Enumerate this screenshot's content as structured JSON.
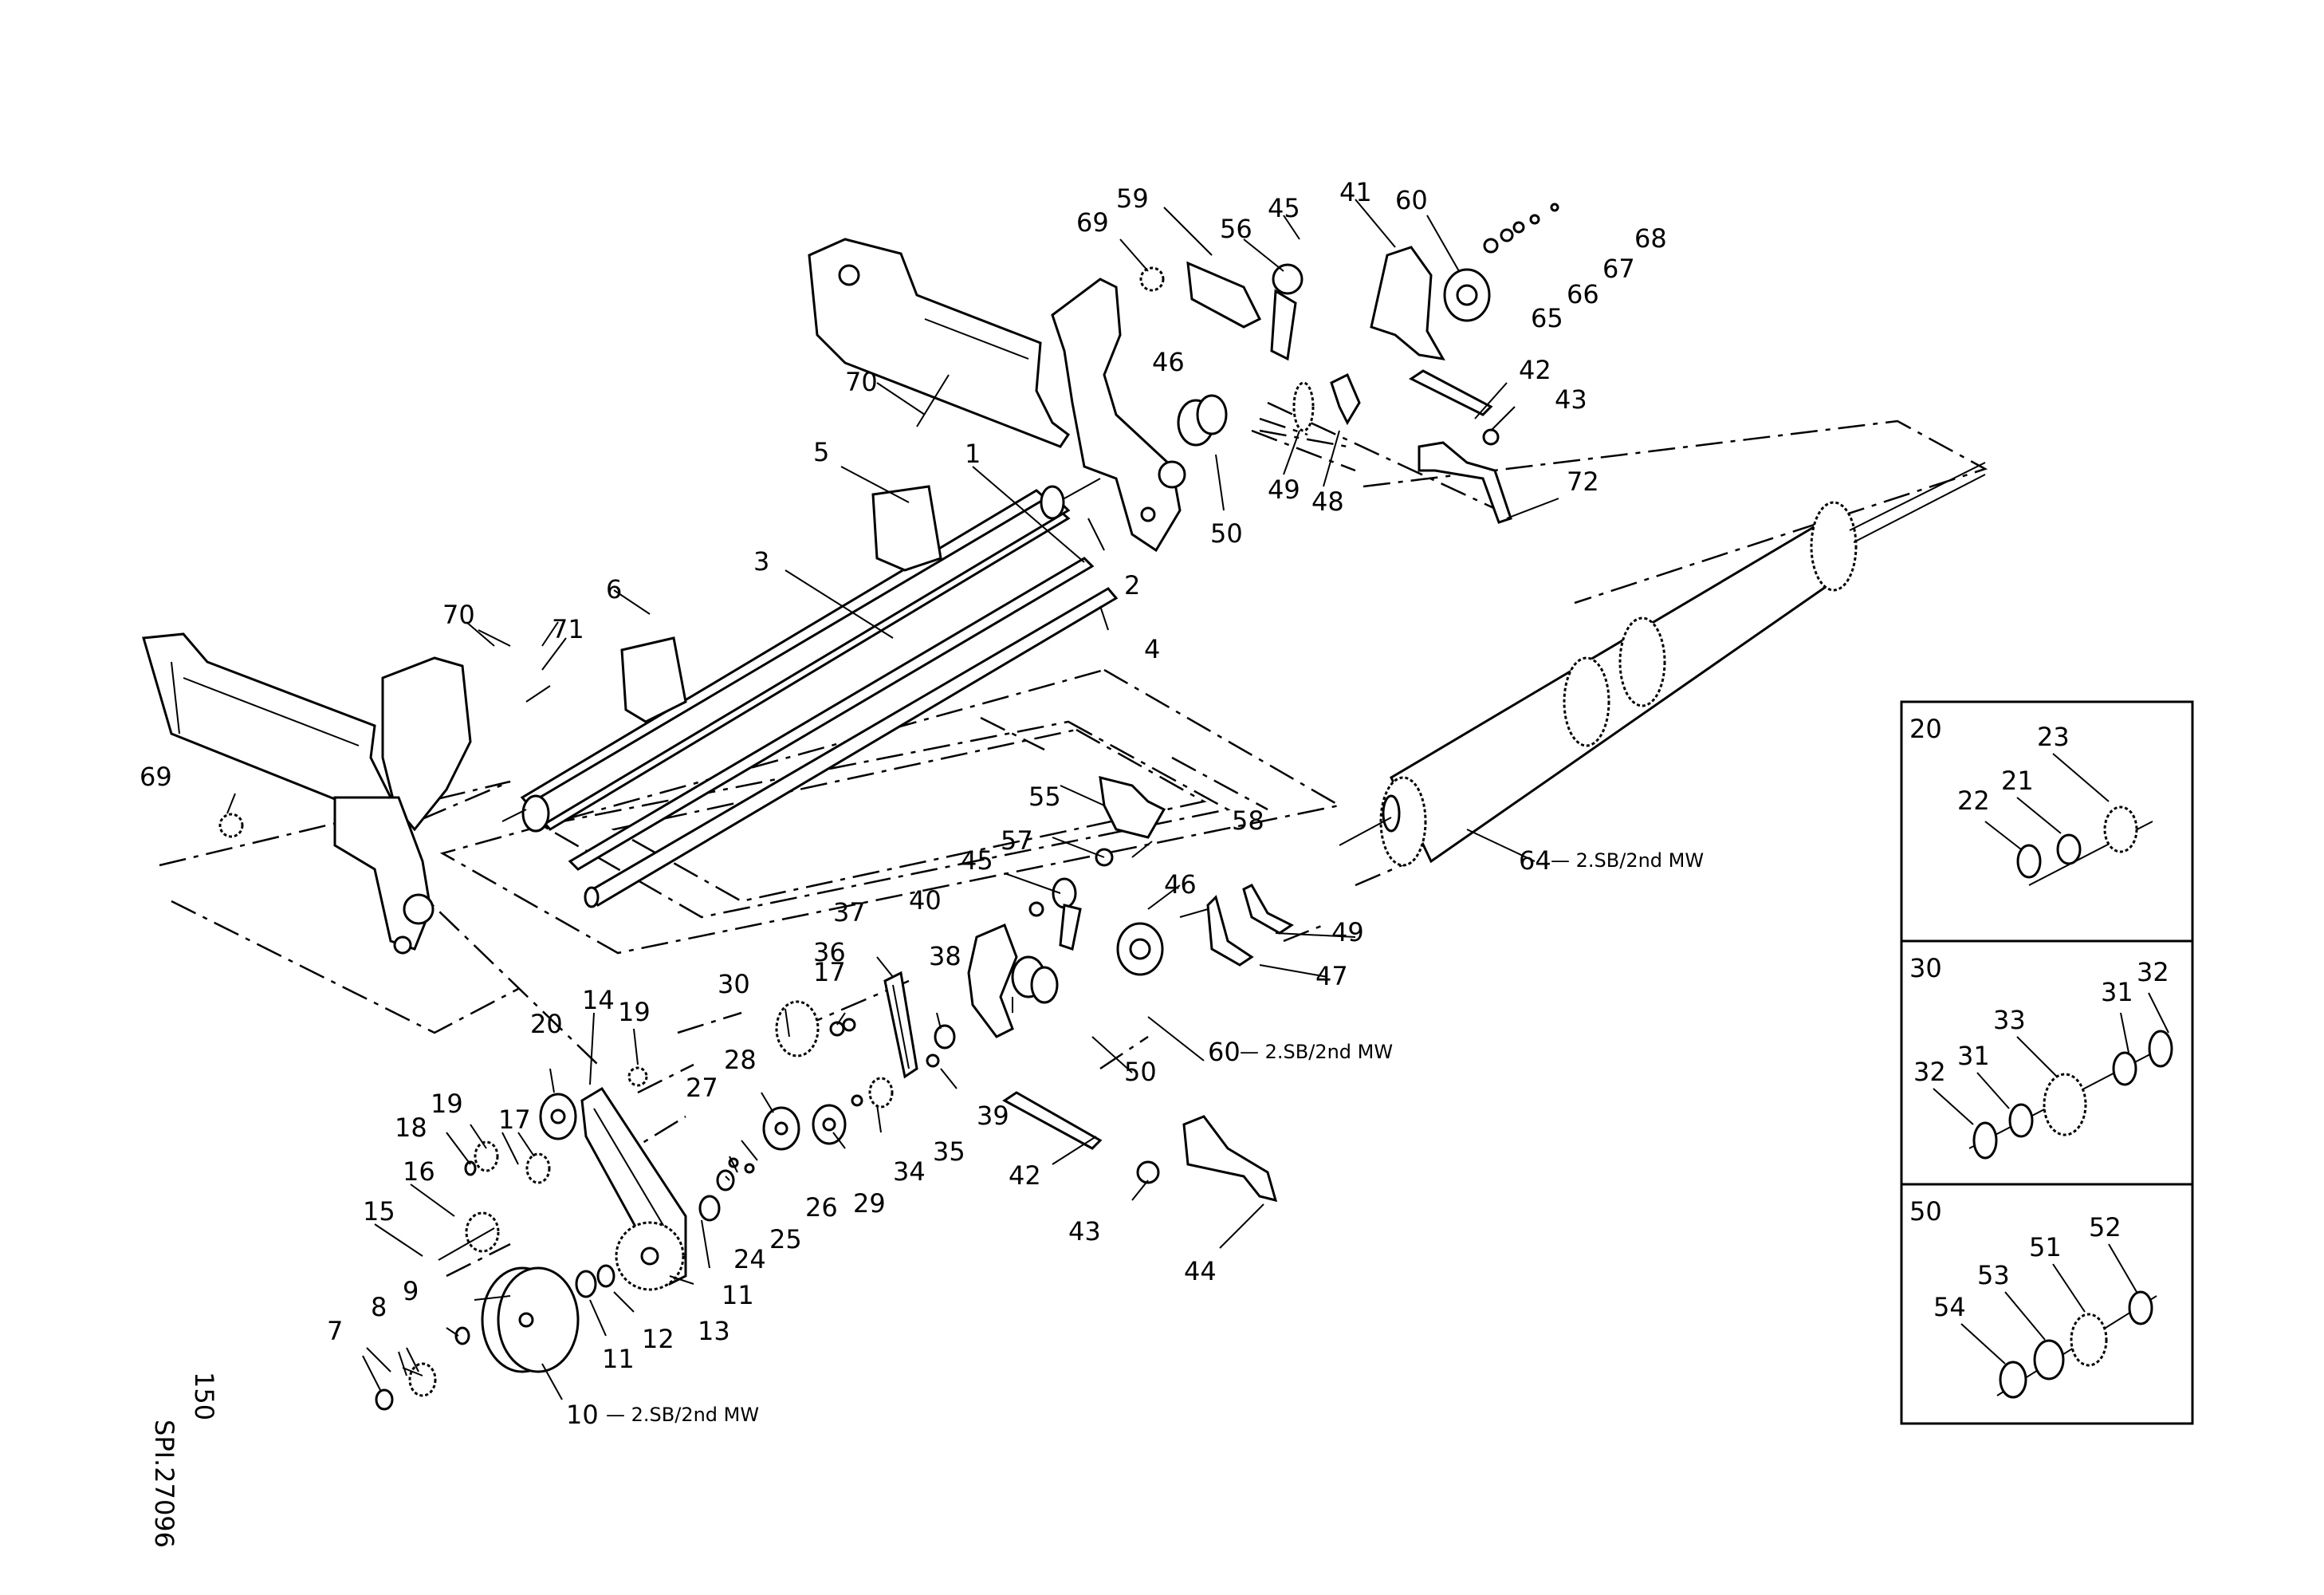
{
  "drawing": {
    "code": "SPI.27096",
    "page": "150"
  },
  "notes": {
    "n10": "— 2.SB/2nd MW",
    "n60": "— 2.SB/2nd MW",
    "n64": "— 2.SB/2nd MW"
  },
  "labels": {
    "l1": "1",
    "l2": "2",
    "l3": "3",
    "l4": "4",
    "l5": "5",
    "l6": "6",
    "l7": "7",
    "l8": "8",
    "l9": "9",
    "l10": "10",
    "l11a": "11",
    "l11b": "11",
    "l12": "12",
    "l13": "13",
    "l14": "14",
    "l15": "15",
    "l16": "16",
    "l17a": "17",
    "l17b": "17",
    "l18": "18",
    "l19a": "19",
    "l19b": "19",
    "l20": "20",
    "l24": "24",
    "l25": "25",
    "l26": "26",
    "l27": "27",
    "l28": "28",
    "l29": "29",
    "l30": "30",
    "l34": "34",
    "l35": "35",
    "l36": "36",
    "l37": "37",
    "l38": "38",
    "l39": "39",
    "l40": "40",
    "l41": "41",
    "l42a": "42",
    "l42b": "42",
    "l43a": "43",
    "l43b": "43",
    "l44": "44",
    "l45a": "45",
    "l45b": "45",
    "l46a": "46",
    "l46b": "46",
    "l47": "47",
    "l48": "48",
    "l49a": "49",
    "l49b": "49",
    "l50a": "50",
    "l50b": "50",
    "l55": "55",
    "l56": "56",
    "l57": "57",
    "l58": "58",
    "l59": "59",
    "l60a": "60",
    "l60b": "60",
    "l64": "64",
    "l65": "65",
    "l66": "66",
    "l67": "67",
    "l68": "68",
    "l69a": "69",
    "l69b": "69",
    "l70a": "70",
    "l70b": "70",
    "l71": "71",
    "l72": "72"
  },
  "inset20": {
    "title": "20",
    "l21": "21",
    "l22": "22",
    "l23": "23"
  },
  "inset30": {
    "title": "30",
    "l31a": "31",
    "l31b": "31",
    "l32a": "32",
    "l32b": "32",
    "l33": "33"
  },
  "inset50": {
    "title": "50",
    "l51": "51",
    "l52": "52",
    "l53": "53",
    "l54": "54"
  }
}
